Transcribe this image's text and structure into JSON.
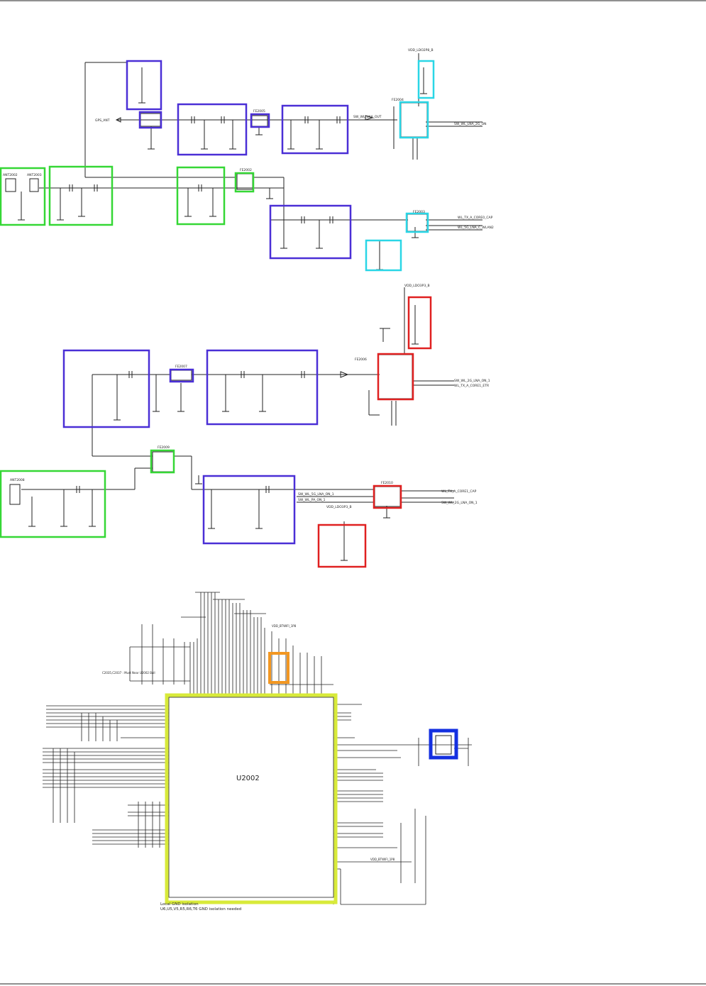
{
  "sections": {
    "top": {
      "labels": {
        "ant2002": "ANT2002",
        "ant2003": "ANT2003",
        "gps_ant": "GPS_ANT",
        "fe2005": "FE2005",
        "fe2004": "FE2004",
        "fe2003": "FE2003",
        "fe2002": "FE2002",
        "vdd_ldo2": "VDD_LDO2P8_B",
        "sw_wl_lna_out": "SW_WL_LNA_OUT",
        "gps_lna_filter_r": "SW_WL_LNA_2G_ON",
        "wl_tx_cap": "WL_TX_A_CORE0_CAP",
        "wl_bands": "WL_5G_LNA_C_WLAN2"
      }
    },
    "middle": {
      "labels": {
        "vdd_ldo3": "VDD_LDO3P3_B",
        "fe2006": "FE2006",
        "fe2007": "FE2007",
        "fe2009": "FE2009",
        "fe2010": "FE2010",
        "ant2008": "ANT2008",
        "sw_wl_lna_2g": "SW_WL_2G_LNA_ON_1",
        "wl_tx_core1": "WL_TX_A_CORE1_ETR",
        "wl_tx_cap": "WL_TX_A_CORE1_CAP",
        "sw_wl_lna": "SW_WL_2G_LNA_ON_1",
        "vdd_ldo3_b": "VDD_LDO3P3_B",
        "sw_ant_lna": "SW_WL_5G_LNA_ON_1",
        "sw_ant_pa": "SW_WL_PA_ON_1"
      }
    },
    "bottom": {
      "chip": "U2002",
      "note_line1": "Local GND isolation",
      "note_line2": "U6,U5,V5,R5,R6,T6 GND isolation needed",
      "decap_note": "C2035,C2037 : Must Near U2002 Ball",
      "vdd_rf": "VDD_BTWIFI_1P8",
      "vdd_rf2": "VDD_BTWIFI_1P8"
    }
  }
}
